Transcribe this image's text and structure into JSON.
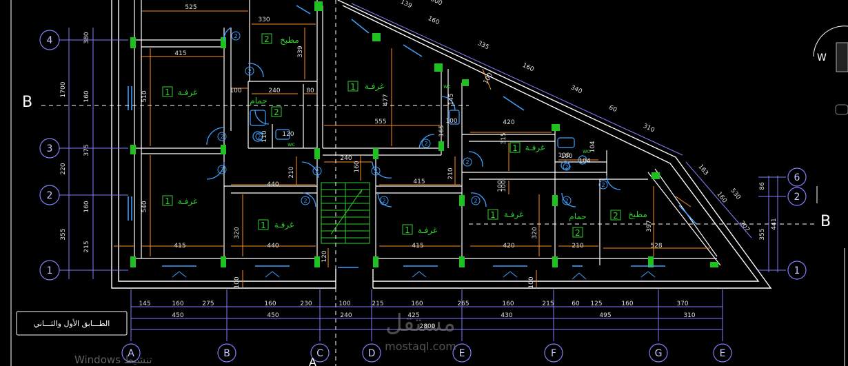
{
  "section_labels": {
    "left": "B",
    "right": "B"
  },
  "title_block": "الطـــابق الأول والثـــاني",
  "watermark": {
    "logo": "مستقل",
    "site": "mostaql.com",
    "windows": "Windows تنشيط"
  },
  "grid_bubbles_left": [
    "4",
    "3",
    "2",
    "1"
  ],
  "grid_bubbles_right": [
    "6",
    "2",
    "1"
  ],
  "grid_bubbles_bottom": [
    "A",
    "B",
    "C",
    "D",
    "E",
    "F",
    "G",
    "E"
  ],
  "rooms": [
    {
      "name": "مطبخ",
      "num": "2"
    },
    {
      "name": "غرفـة",
      "num": "1"
    },
    {
      "name": "غرفـة",
      "num": "1"
    },
    {
      "name": "حمام",
      "num": "2"
    },
    {
      "name": "غرفـة",
      "num": "1"
    },
    {
      "name": "غرفـة",
      "num": "1"
    },
    {
      "name": "غرفـة",
      "num": "1"
    },
    {
      "name": "غرفـة",
      "num": "1"
    },
    {
      "name": "غرفـة",
      "num": "1"
    },
    {
      "name": "حمام",
      "num": "2"
    },
    {
      "name": "مطبخ",
      "num": "2"
    }
  ],
  "wc_labels": [
    "wc",
    "wc",
    "wc"
  ],
  "bottom_dims_row1": [
    "145",
    "160",
    "275",
    "160",
    "230",
    "100",
    "215",
    "160",
    "265",
    "160",
    "215",
    "60",
    "125",
    "160",
    "370"
  ],
  "bottom_dims_row2": [
    "450",
    "450",
    "240",
    "425",
    "430",
    "495",
    "310"
  ],
  "bottom_total": "2800",
  "left_dims_outer": [
    "1700",
    "220",
    "355"
  ],
  "left_dims_inner": [
    "380",
    "160",
    "375",
    "160",
    "215"
  ],
  "right_dims": [
    "86",
    "441",
    "355"
  ],
  "diag_dims": [
    "139",
    "300",
    "160",
    "335",
    "160",
    "340",
    "60",
    "310",
    "163",
    "530",
    "160",
    "207",
    "100"
  ],
  "interior_dims": [
    "525",
    "330",
    "339",
    "415",
    "510",
    "100",
    "240",
    "80",
    "555",
    "477",
    "145",
    "165",
    "100",
    "120",
    "110",
    "100",
    "420",
    "315",
    "100",
    "104",
    "100",
    "240",
    "160",
    "210",
    "440",
    "415",
    "210",
    "100",
    "540",
    "320",
    "320",
    "100",
    "415",
    "440",
    "415",
    "420",
    "210",
    "528",
    "397",
    "120",
    "100",
    "104"
  ],
  "door_num": "2",
  "stair_label": "A"
}
